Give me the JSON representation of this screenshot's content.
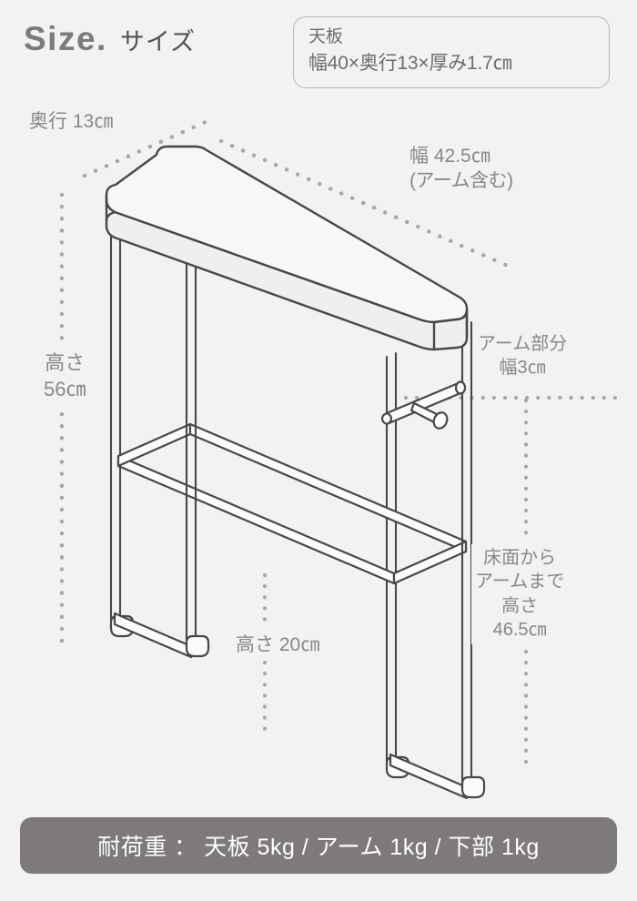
{
  "header": {
    "title_en": "Size.",
    "title_jp": "サイズ"
  },
  "top_spec_box": {
    "line1": "天板",
    "line2": "幅40×奥行13×厚み1.7㎝"
  },
  "dimensions": {
    "depth": "奥行 13㎝",
    "width_line1": "幅 42.5㎝",
    "width_line2": "(アーム含む)",
    "height_line1": "高さ",
    "height_line2": "56㎝",
    "arm_line1": "アーム部分",
    "arm_line2": "幅3㎝",
    "shelf_height": "高さ 20㎝",
    "floor_to_arm_line1": "床面から",
    "floor_to_arm_line2": "アームまで",
    "floor_to_arm_line3": "高さ",
    "floor_to_arm_line4": "46.5㎝"
  },
  "banner": {
    "text": "耐荷重 ： 天板 5kg / アーム 1kg / 下部 1kg"
  },
  "colors": {
    "background": "#f2f2f2",
    "title_en": "#7d7a79",
    "title_jp": "#555251",
    "label_gray": "#8a8886",
    "box_border": "#b9b7b5",
    "banner_bg": "#7d7a79",
    "banner_text": "#ffffff",
    "line_stroke": "#4a4745",
    "dot_color": "#a9a7a5",
    "surface_fill": "#f7f7f7"
  }
}
